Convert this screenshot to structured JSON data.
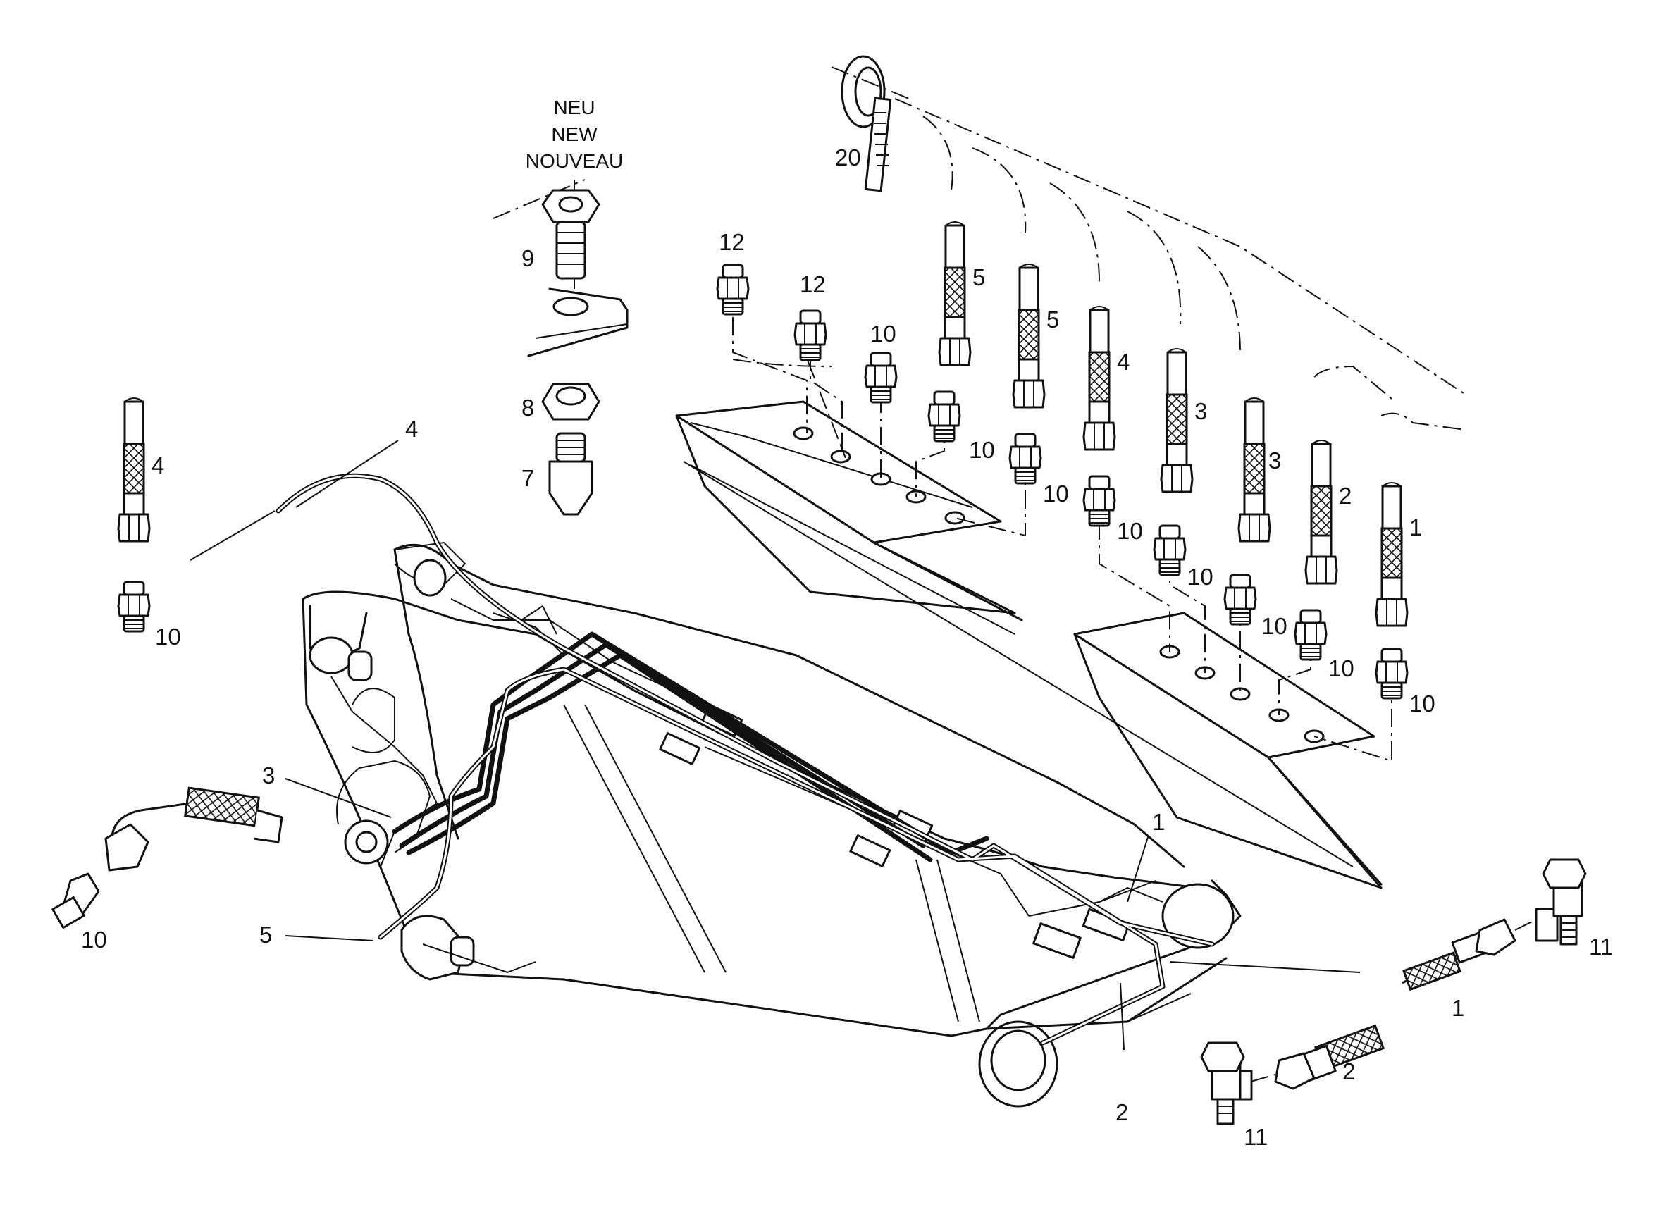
{
  "diagram": {
    "new_note": [
      "NEU",
      "NEW",
      "NOUVEAU"
    ],
    "callouts": {
      "c20": "20",
      "c9": "9",
      "c8": "8",
      "c7": "7",
      "c12a": "12",
      "c12b": "12",
      "c10a": "10",
      "c10b": "10",
      "c10c": "10",
      "c10d": "10",
      "c10e": "10",
      "c10f": "10",
      "c10g": "10",
      "c10h": "10",
      "c10left": "10",
      "c10elbow": "10",
      "c5a": "5",
      "c5b": "5",
      "c4a": "4",
      "c4left": "4",
      "c4arm": "4",
      "c3a": "3",
      "c3b": "3",
      "c3arm": "3",
      "c2a": "2",
      "c2arm": "2",
      "c2bot": "2",
      "c1a": "1",
      "c1arm": "1",
      "c1right": "1",
      "c11top": "11",
      "c11bot": "11",
      "c5arm": "5"
    }
  }
}
